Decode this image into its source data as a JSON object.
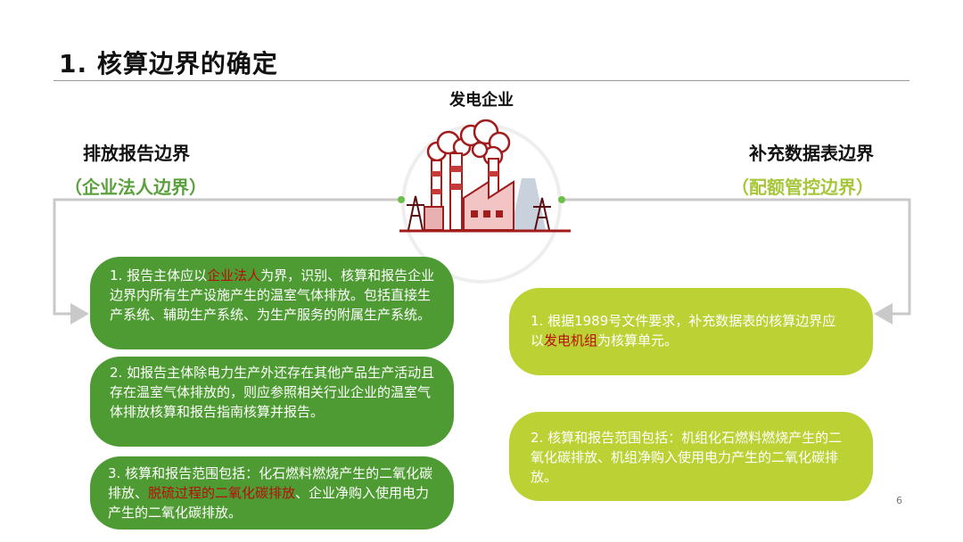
{
  "title": "1. 核算边界的确定",
  "center": {
    "label": "发电企业",
    "icon": "power-plant-icon"
  },
  "left": {
    "heading": "排放报告边界",
    "subheading": "（企业法人边界）",
    "items": [
      {
        "prefix": "1. 报告主体应以",
        "highlight": "企业法人",
        "suffix": "为界，识别、核算和报告企业边界内所有生产设施产生的温室气体排放。包括直接生产系统、辅助生产系统、为生产服务的附属生产系统。"
      },
      {
        "text": "2. 如报告主体除电力生产外还存在其他产品生产活动且存在温室气体排放的，则应参照相关行业企业的温室气体排放核算和报告指南核算并报告。"
      },
      {
        "prefix": "3. 核算和报告范围包括：化石燃料燃烧产生的二氧化碳排放、",
        "highlight": "脱硫过程的二氧化碳排放",
        "suffix": "、企业净购入使用电力产生的二氧化碳排放。"
      }
    ]
  },
  "right": {
    "heading": "补充数据表边界",
    "subheading": "（配额管控边界）",
    "items": [
      {
        "prefix": "1. 根据1989号文件要求，补充数据表的核算边界应以",
        "highlight": "发电机组",
        "suffix": "为核算单元。"
      },
      {
        "text": "2. 核算和报告范围包括：机组化石燃料燃烧产生的二氧化碳排放、机组净购入使用电力产生的二氧化碳排放。"
      }
    ]
  },
  "page_number": "6",
  "colors": {
    "green": "#4f9b33",
    "yellow_green": "#bcd133",
    "highlight_red": "#b80d0d",
    "connector_gray": "#c9c9c9"
  }
}
